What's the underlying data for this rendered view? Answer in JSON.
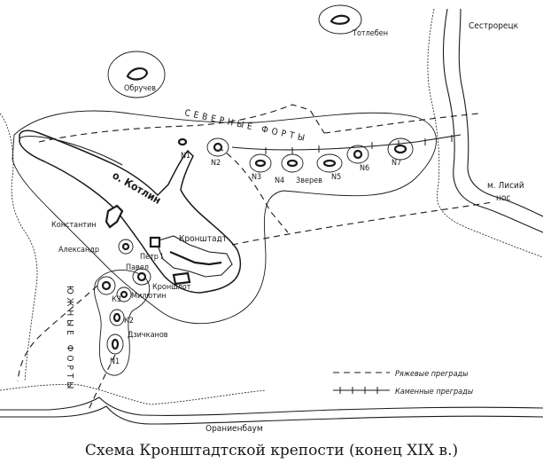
{
  "caption": "Схема Кронштадтской крепости (конец XIX в.)",
  "places": {
    "sestroretsk": "Сестрорецк",
    "lisiy_nos_1": "м. Лисий",
    "lisiy_nos_2": "нос",
    "oranienbaum": "Ораниенбаум",
    "kotlin": "о. Котлин",
    "kronshtadt": "Кронштадт"
  },
  "regions": {
    "north_forts": "СЕВЕРНЫЕ ФОРТЫ",
    "south_forts": "ЮЖНЫЕ ФОРТЫ"
  },
  "forts": {
    "totleben": "Тотлебен",
    "obruchev": "Обручев",
    "n1": "N1",
    "n2": "N2",
    "n3": "N3",
    "n4": "N4",
    "zverev": "Зверев",
    "n5": "N5",
    "n6": "N6",
    "n7": "N7",
    "konstantin": "Константин",
    "aleksandr": "Александр",
    "petr1": "Петр I",
    "pavel": "Павел",
    "kronshlot": "Кроншлот",
    "milyutin": "Милютин",
    "k3": "К3",
    "k2": "К2",
    "dzhichanov": "Дзичканов",
    "k1": "N1"
  },
  "legend": {
    "pile_barriers": "Ряжевые преграды",
    "stone_barriers": "Каменные преграды"
  }
}
